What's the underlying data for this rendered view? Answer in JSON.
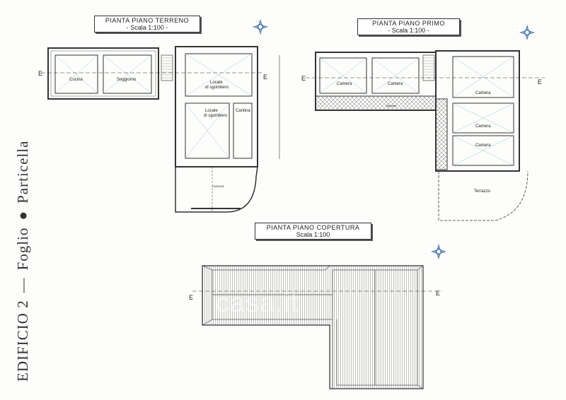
{
  "side_label": {
    "building": "EDIFICIO 2",
    "sep": "—",
    "foglio": "Foglio",
    "particella": "Particella"
  },
  "plans": {
    "ground": {
      "title": "PIANTA PIANO TERRENO",
      "scale": "- Scala 1:100 -",
      "rooms": {
        "cucina": "Cucina",
        "soggiorno": "Soggiorno",
        "locale1": "Locale",
        "locale1b": "di sgombero",
        "locale2": "Locale",
        "locale2b": "di sgombero",
        "cantina": "Cantina",
        "garage": "GARAGE"
      }
    },
    "first": {
      "title": "PIANTA PIANO PRIMO",
      "scale": "- Scala 1:100 -",
      "rooms": {
        "camera1": "Camera",
        "camera2": "Camera",
        "camera3": "Camera",
        "camera4": "Camera",
        "camera5": "Camera",
        "balcone": "Balcone",
        "terrazzo": "Terrazzo"
      }
    },
    "roof": {
      "title": "PIANTA PIANO COPERTURA",
      "scale": "Scala 1:100"
    }
  },
  "section_marks": {
    "e": "E"
  },
  "watermark": "casa.it"
}
